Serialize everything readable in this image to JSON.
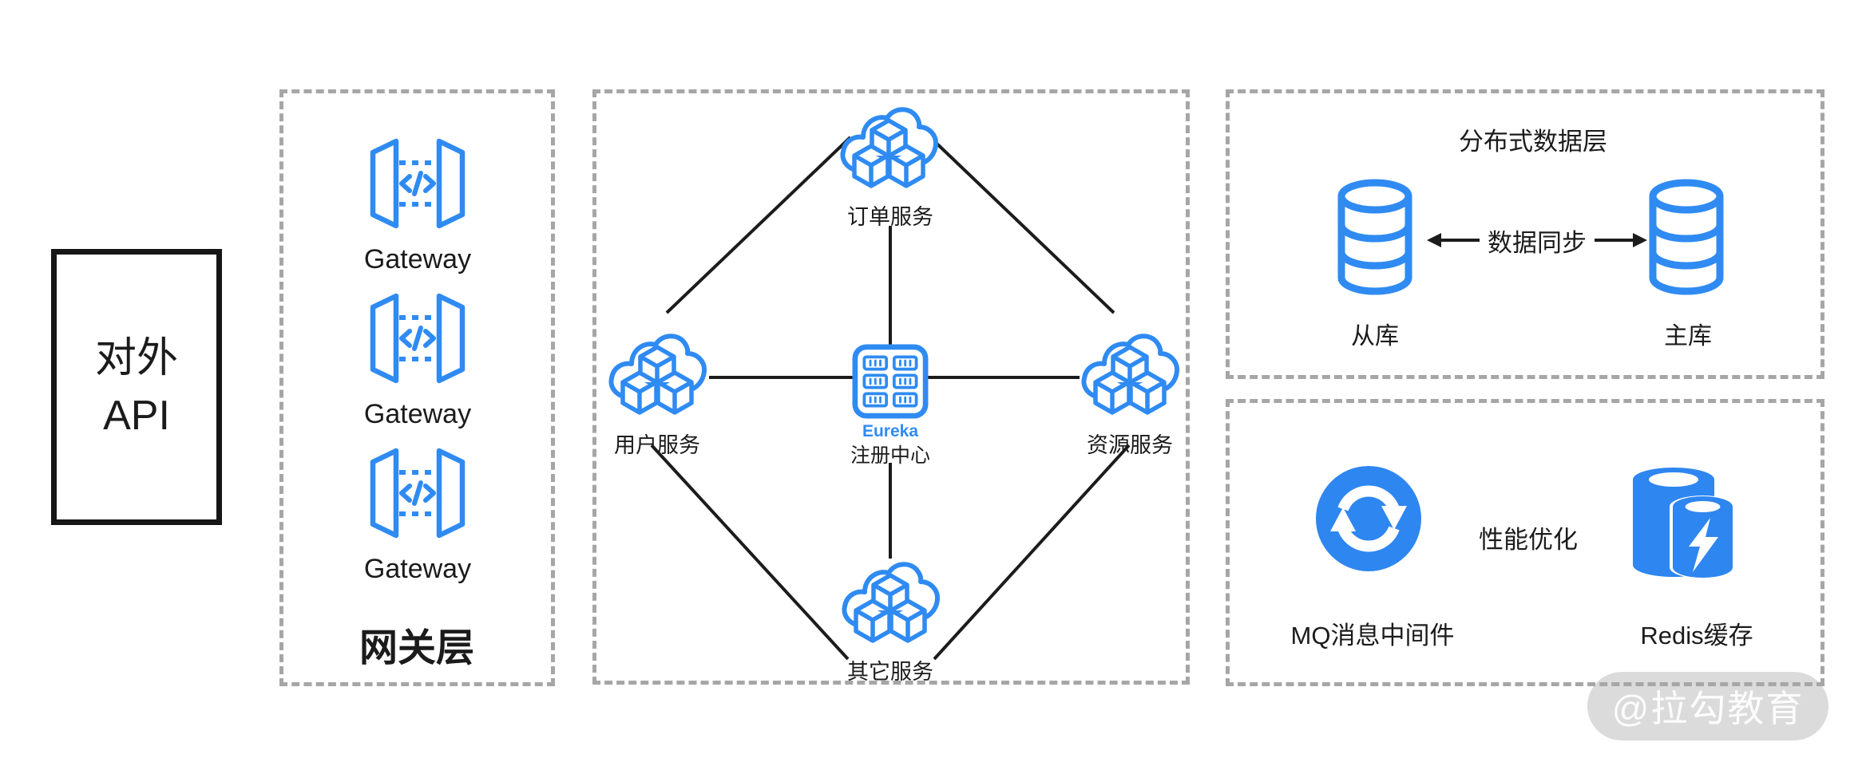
{
  "colors": {
    "icon_blue": "#2f8bf2",
    "solid_blue": "#2e86f0",
    "line_black": "#1c1c1c",
    "dash_gray": "#a6a6a6",
    "text": "#1b1b1b",
    "watermark_bg": "#dbdbdb",
    "watermark_text": "#ffffff"
  },
  "api_box": {
    "line1": "对外",
    "line2": "API"
  },
  "gateway_layer": {
    "title": "网关层",
    "items": [
      "Gateway",
      "Gateway",
      "Gateway"
    ]
  },
  "service_mesh": {
    "order": "订单服务",
    "user": "用户服务",
    "resource": "资源服务",
    "other": "其它服务",
    "registry_name": "Eureka",
    "registry_label": "注册中心"
  },
  "data_layer": {
    "title": "分布式数据层",
    "slave": "从库",
    "master": "主库",
    "sync": "数据同步"
  },
  "performance": {
    "title": "性能优化",
    "mq": "MQ消息中间件",
    "redis": "Redis缓存"
  },
  "watermark": "@拉勾教育",
  "icons": {
    "gateway": "api-gateway-icon",
    "service": "cloud-cubes-icon",
    "registry": "server-grid-icon",
    "database": "database-cylinder-icon",
    "mq": "sync-arrows-icon",
    "redis": "redis-cache-icon",
    "sync_left": "arrow-left-icon",
    "sync_right": "arrow-right-icon"
  }
}
